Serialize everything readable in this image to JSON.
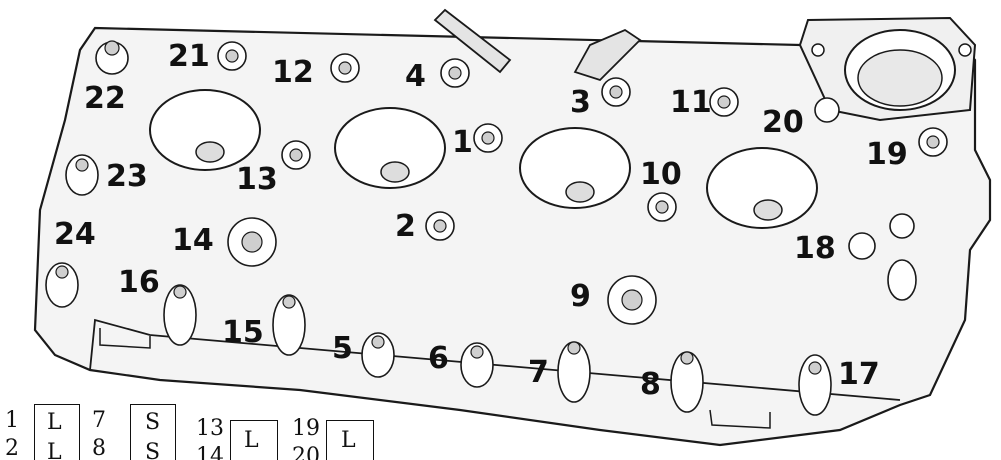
{
  "diagram": {
    "callouts": [
      "1",
      "2",
      "3",
      "4",
      "5",
      "6",
      "7",
      "8",
      "9",
      "10",
      "11",
      "12",
      "13",
      "14",
      "15",
      "16",
      "17",
      "18",
      "19",
      "20",
      "21",
      "22",
      "23",
      "24"
    ],
    "legend": {
      "numbers": [
        "1",
        "2",
        "7",
        "8",
        "13",
        "14",
        "19",
        "20"
      ],
      "codes": [
        "L",
        "L",
        "S",
        "S",
        "L",
        "L"
      ]
    }
  }
}
